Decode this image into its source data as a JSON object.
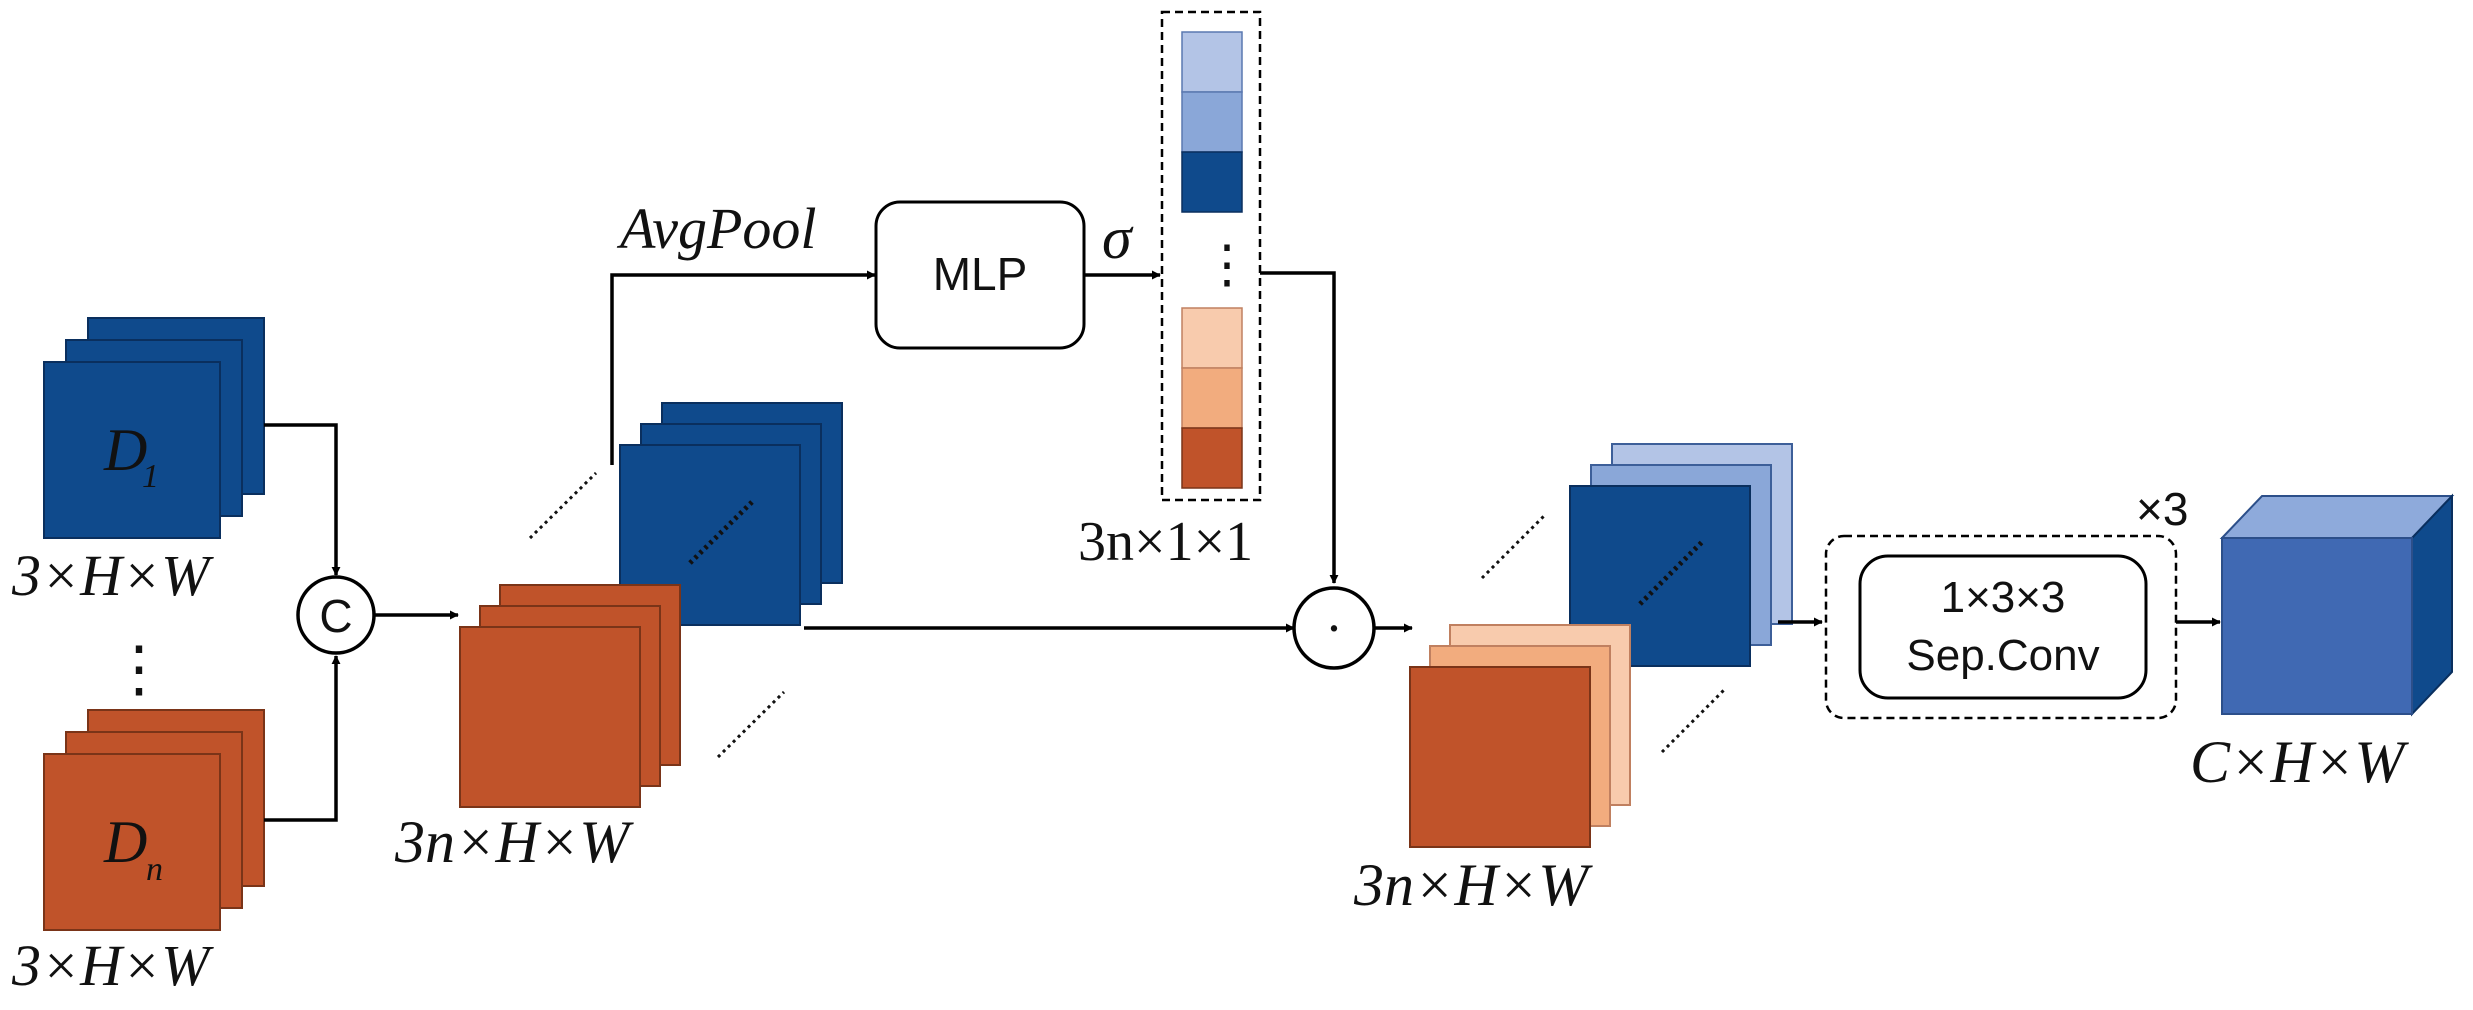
{
  "colors": {
    "blue_dark": "#0f4a8c",
    "blue_mid": "#8aa7d8",
    "blue_light": "#b3c4e6",
    "blue_cube_front": "#4069b3",
    "blue_cube_top": "#8eaadb",
    "blue_cube_side": "#0f4a8c",
    "orange_dark": "#c0532a",
    "orange_mid": "#f2ac7e",
    "orange_light": "#f8cbad",
    "line": "#000000"
  },
  "inputs": {
    "first_label_main": "D",
    "first_label_sub": "1",
    "first_dims": "3×H×W",
    "ellipsis": "⋮",
    "last_label_main": "D",
    "last_label_sub": "n",
    "last_dims": "3×H×W"
  },
  "concat": {
    "symbol": "C",
    "output_dims": "3n×H×W"
  },
  "attention": {
    "avgpool_label": "AvgPool",
    "mlp_label": "MLP",
    "sigma_label": "σ",
    "vector_ellipsis": "⋮",
    "vector_dims": "3n×1×1",
    "multiply_symbol": "·"
  },
  "weighted": {
    "output_dims": "3n×H×W"
  },
  "sepconv": {
    "kernel_label": "1×3×3",
    "name_label": "Sep.Conv",
    "repeat_label": "×3"
  },
  "output": {
    "dims": "C×H×W"
  }
}
